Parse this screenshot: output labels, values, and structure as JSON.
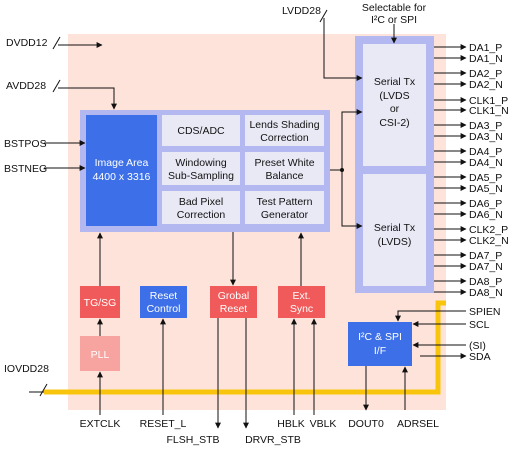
{
  "power": {
    "dvdd12": "DVDD12",
    "avdd28": "AVDD28",
    "lvdd28": "LVDD28",
    "iovdd28": "IOVDD28",
    "selectable_line1": "Selectable for",
    "selectable_line2": "I²C or SPI"
  },
  "left_inputs": {
    "bstpos": "BSTPOS",
    "bstneg": "BSTNEG"
  },
  "image_area": {
    "line1": "Image Area",
    "line2": "4400 x 3316"
  },
  "processing_cells": {
    "cds_adc": "CDS/ADC",
    "lens_line1": "Lends Shading",
    "lens_line2": "Correction",
    "window_line1": "Windowing",
    "window_line2": "Sub-Sampling",
    "preset_line1": "Preset White",
    "preset_line2": "Balance",
    "bad_line1": "Bad Pixel",
    "bad_line2": "Correction",
    "test_line1": "Test Pattern",
    "test_line2": "Generator"
  },
  "serial_tx": {
    "upper_line1": "Serial Tx",
    "upper_line2": "(LVDS",
    "upper_line3": "or",
    "upper_line4": "CSI-2)",
    "lower_line1": "Serial Tx",
    "lower_line2": "(LVDS)"
  },
  "outputs": [
    "DA1_P",
    "DA1_N",
    "DA2_P",
    "DA2_N",
    "CLK1_P",
    "CLK1_N",
    "DA3_P",
    "DA3_N",
    "DA4_P",
    "DA4_N",
    "DA5_P",
    "DA5_N",
    "DA6_P",
    "DA6_N",
    "CLK2_P",
    "CLK2_N",
    "DA7_P",
    "DA7_N",
    "DA8_P",
    "DA8_N"
  ],
  "blocks": {
    "tgsg": "TG/SG",
    "pll": "PLL",
    "reset_line1": "Reset",
    "reset_line2": "Control",
    "grobal_line1": "Grobal",
    "grobal_line2": "Reset",
    "ext_line1": "Ext.",
    "ext_line2": "Sync",
    "i2c_line1": "I²C & SPI",
    "i2c_line2": "I/F"
  },
  "right_signals": {
    "spien": "SPIEN",
    "scl": "SCL",
    "si": "(SI)",
    "sda": "SDA"
  },
  "bottom_signals": {
    "extclk": "EXTCLK",
    "reset_l": "RESET_L",
    "flsh_stb": "FLSH_STB",
    "drvr_stb": "DRVR_STB",
    "hblk": "HBLK",
    "vblk": "VBLK",
    "dout0": "DOUT0",
    "adrsel": "ADRSEL"
  },
  "colors": {
    "chip_bg": "#fde3da",
    "proc_border": "#b3b8f0",
    "cell_bg": "#e9e9f6",
    "image_blue": "#3d70e8",
    "red_block": "#f05a5a",
    "pll_pink": "#f7a3a0",
    "bus_yellow": "#f9c50c"
  }
}
